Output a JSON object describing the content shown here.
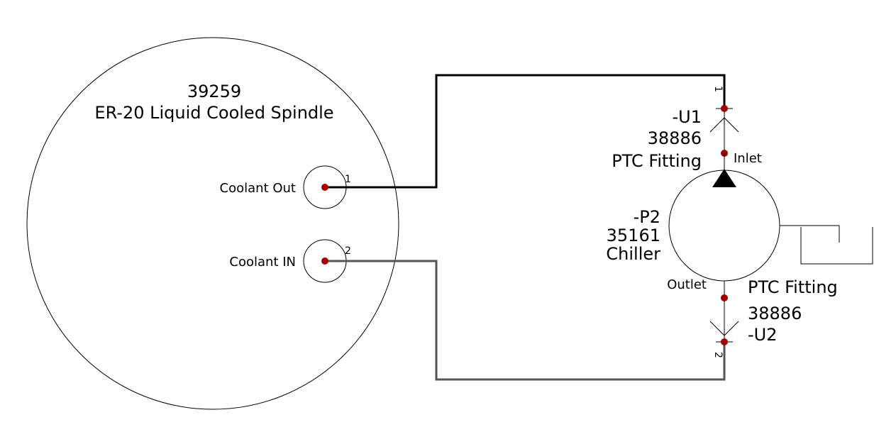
{
  "spindle": {
    "part_number": "39259",
    "name": "ER-20 Liquid Cooled Spindle",
    "port_out_label": "Coolant Out",
    "port_out_pin": "1",
    "port_in_label": "Coolant IN",
    "port_in_pin": "2"
  },
  "fitting_u1": {
    "designator": "-U1",
    "part_number": "38886",
    "name": "PTC Fitting",
    "pin": "1"
  },
  "chiller": {
    "designator": "-P2",
    "part_number": "35161",
    "name": "Chiller",
    "inlet_label": "Inlet",
    "outlet_label": "Outlet"
  },
  "fitting_u2": {
    "name": "PTC Fitting",
    "part_number": "38886",
    "designator": "-U2",
    "pin": "2"
  },
  "colors": {
    "line_black": "#000000",
    "line_gray": "#555555",
    "pin_dot": "#a00000"
  }
}
